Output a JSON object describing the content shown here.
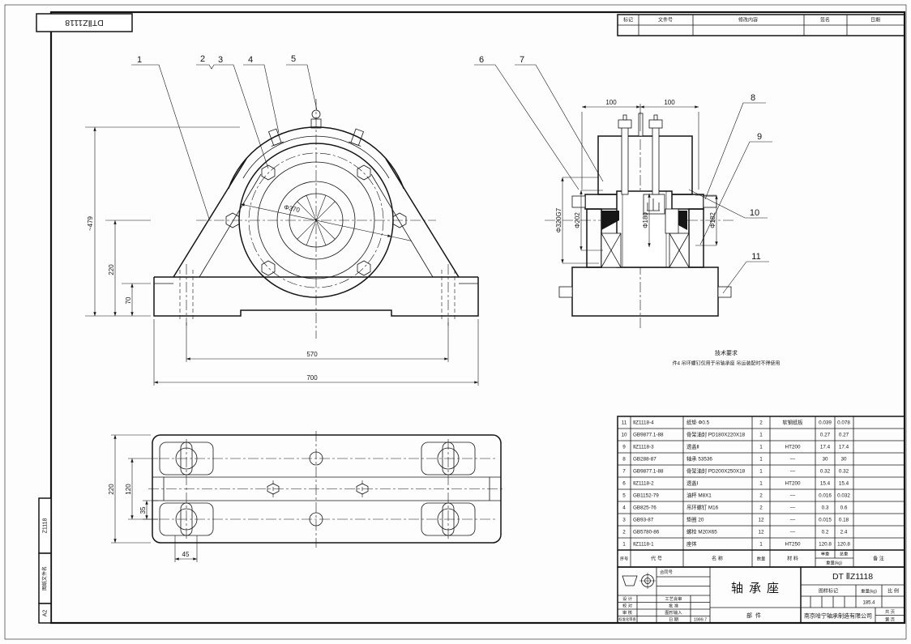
{
  "sheet": {
    "corner_drawing_no": "DTⅡZ1118",
    "strip": {
      "size": "A2",
      "file_label": "图纸文件名",
      "file_no": "Z1118"
    }
  },
  "revision_table": {
    "headers": [
      "标记",
      "文件号",
      "修改内容",
      "签名",
      "日期"
    ]
  },
  "callouts": [
    "1",
    "2",
    "3",
    "4",
    "5",
    "6",
    "7",
    "8",
    "9",
    "10",
    "11"
  ],
  "dims": {
    "fv_height": "~479",
    "fv_center": "220",
    "fv_foot": "70",
    "fv_span": "570",
    "fv_base": "700",
    "fv_bore": "Φ370",
    "sv_left": "100",
    "sv_right": "100",
    "sv_d1": "Φ320G7",
    "sv_d2": "Φ202",
    "sv_d3": "Φ180",
    "sv_d4": "Φ182",
    "pv_height": "220",
    "pv_inner": "120",
    "pv_slot": "35",
    "pv_foot": "45"
  },
  "tech_note": {
    "title": "技术要求",
    "line1": "件4 吊环螺钉仅用于吊轴承座 吊运装配时不得使用"
  },
  "bom": {
    "headers": {
      "seq": "序号",
      "code": "代  号",
      "name": "名  称",
      "qty": "数量",
      "mat": "材  料",
      "unit": "单重",
      "total": "总重",
      "weight": "重量(kg)",
      "note": "备  注"
    },
    "rows": [
      {
        "seq": "11",
        "code": "ⅡZ1118-4",
        "name": "纸垫  Φ0.5",
        "qty": "2",
        "mat": "软钢纸板",
        "unit": "0.039",
        "total": "0.078"
      },
      {
        "seq": "10",
        "code": "GB9877.1-88",
        "name": "骨架油封 PD180X220X18",
        "qty": "1",
        "mat": "",
        "unit": "0.27",
        "total": "0.27"
      },
      {
        "seq": "9",
        "code": "ⅡZ1118-3",
        "name": "透盖Ⅱ",
        "qty": "1",
        "mat": "HT200",
        "unit": "17.4",
        "total": "17.4"
      },
      {
        "seq": "8",
        "code": "GB288-87",
        "name": "轴承  53536",
        "qty": "1",
        "mat": "—",
        "unit": "30",
        "total": "30"
      },
      {
        "seq": "7",
        "code": "GB9877.1-88",
        "name": "骨架油封 PD200X250X18",
        "qty": "1",
        "mat": "—",
        "unit": "0.32",
        "total": "0.32"
      },
      {
        "seq": "6",
        "code": "ⅡZ1118-2",
        "name": "透盖Ⅰ",
        "qty": "1",
        "mat": "HT200",
        "unit": "15.4",
        "total": "15.4"
      },
      {
        "seq": "5",
        "code": "GB1152-79",
        "name": "油杯  M8X1",
        "qty": "2",
        "mat": "—",
        "unit": "0.016",
        "total": "0.032"
      },
      {
        "seq": "4",
        "code": "GB825-76",
        "name": "吊环螺钉 M16",
        "qty": "2",
        "mat": "—",
        "unit": "0.3",
        "total": "0.6"
      },
      {
        "seq": "3",
        "code": "GB93-87",
        "name": "垫圈  20",
        "qty": "12",
        "mat": "—",
        "unit": "0.015",
        "total": "0.18"
      },
      {
        "seq": "2",
        "code": "GB5780-86",
        "name": "螺栓  M20X65",
        "qty": "12",
        "mat": "—",
        "unit": "0.2",
        "total": "2.4"
      },
      {
        "seq": "1",
        "code": "ⅡZ1118-1",
        "name": "座体",
        "qty": "1",
        "mat": "HT250",
        "unit": "120.8",
        "total": "120.8"
      }
    ]
  },
  "title_block": {
    "contract_label": "合同号",
    "left_rows": [
      "设 计",
      "校 对",
      "审 核",
      "标准化审查"
    ],
    "mid_rows": [
      "工艺会审",
      "批 准",
      "图形输入",
      "日 期"
    ],
    "date_value": "1999.7",
    "part_name": "轴承座",
    "part_type": "部件",
    "drawing_no": "DT ⅡZ1118",
    "mark_label": "图样标记",
    "weight_label": "重量(kg)",
    "weight_value": "185.4",
    "scale_label": "比 例",
    "company": "南京哈宁轴承制造有限公司",
    "sheet_total": "共  页",
    "sheet_no": "第  页"
  }
}
